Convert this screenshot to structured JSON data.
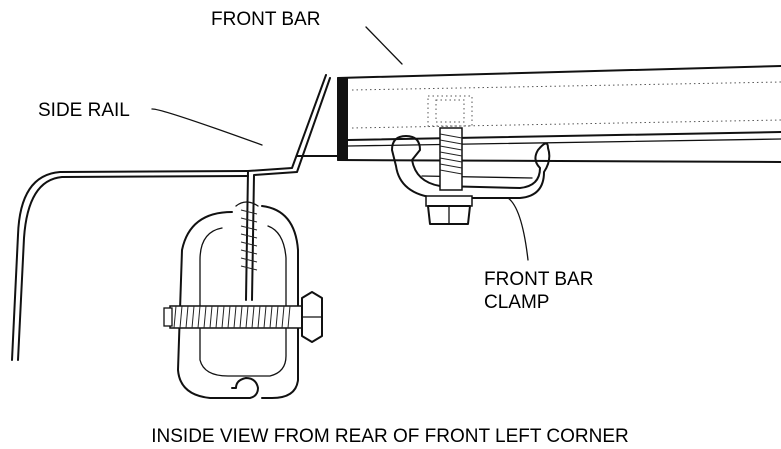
{
  "diagram": {
    "labels": {
      "front_bar": "FRONT BAR",
      "side_rail": "SIDE RAIL",
      "front_bar_clamp_line1": "FRONT BAR",
      "front_bar_clamp_line2": "CLAMP",
      "caption": "INSIDE VIEW FROM REAR OF FRONT LEFT CORNER"
    },
    "colors": {
      "ink": "#111111",
      "background": "#ffffff"
    }
  }
}
